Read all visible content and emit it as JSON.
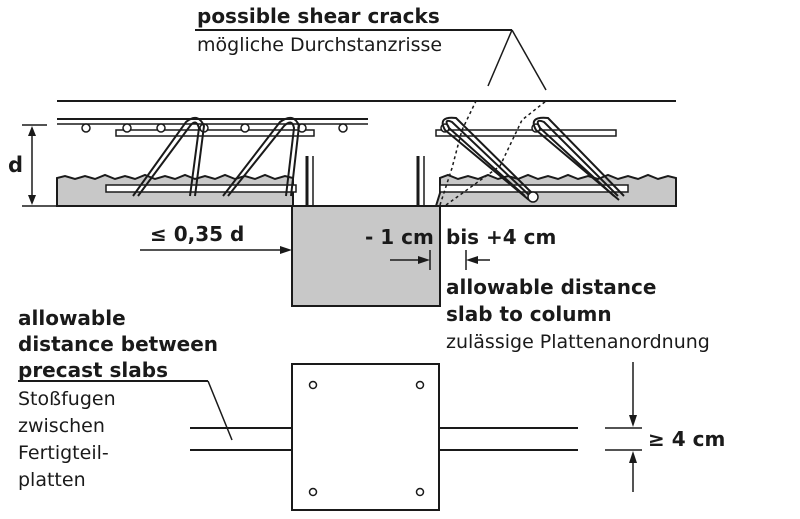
{
  "labels": {
    "shear_en": "possible shear cracks",
    "shear_de": "mögliche Durchstanzrisse",
    "depth": "d",
    "max_support": "≤ 0,35 d",
    "tolerance_minus": "- 1 cm",
    "tolerance_plus": "bis +4 cm",
    "slab_col_en_1": "allowable distance",
    "slab_col_en_2": "slab to column",
    "slab_col_de": "zulässige Plattenanordnung",
    "between_en_1": "allowable",
    "between_en_2": "distance between",
    "between_en_3": "precast slabs",
    "between_de_1": "Stoßfugen",
    "between_de_2": "zwischen",
    "between_de_3": "Fertigteil-",
    "between_de_4": "platten",
    "joint_gap": "≥ 4 cm"
  },
  "colors": {
    "ink": "#1a1a1a",
    "column_fill": "#c8c8c8",
    "slab_fill": "#c8c8c8"
  }
}
